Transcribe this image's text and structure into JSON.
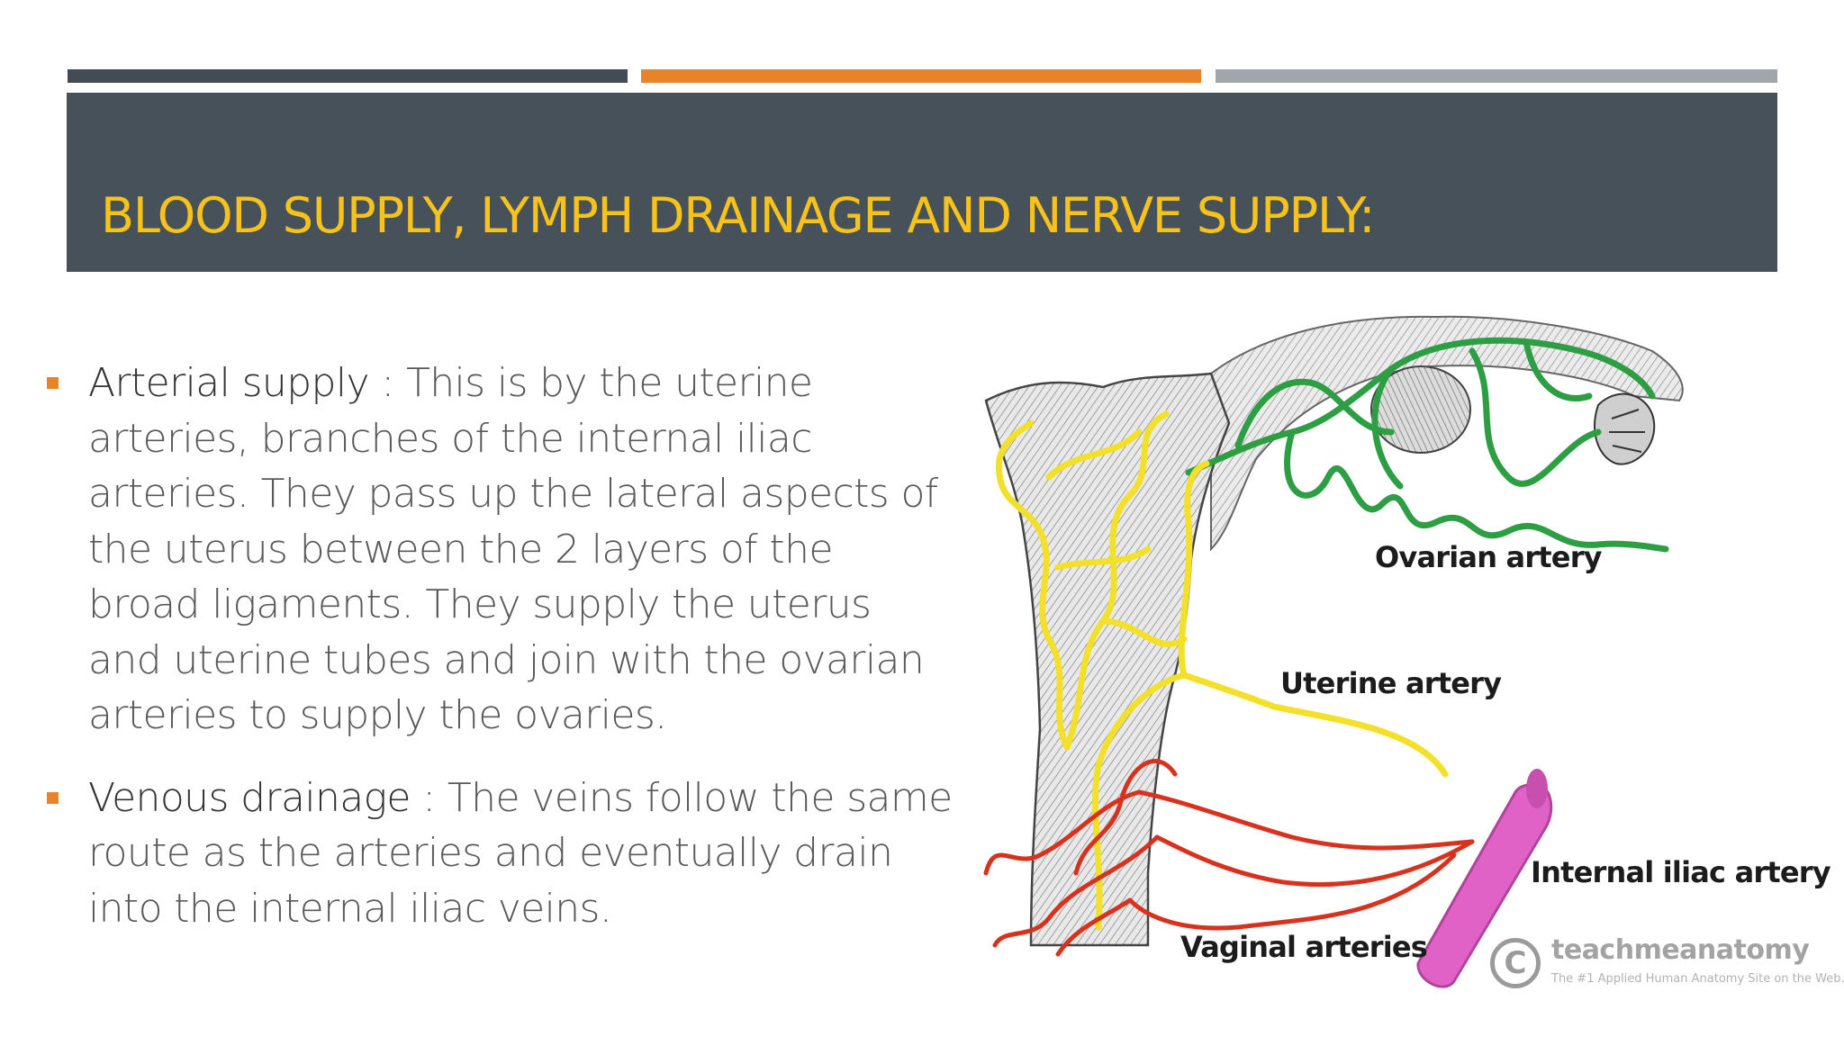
{
  "slide": {
    "title": "BLOOD SUPPLY, LYMPH DRAINAGE AND NERVE SUPPLY:",
    "separator": " :  ",
    "bullets": [
      {
        "term": "Arterial supply",
        "text": "This is by the uterine arteries, branches of the internal iliac arteries. They pass up the lateral aspects of the uterus between the 2 layers of the broad ligaments. They supply the uterus and uterine tubes and join with the ovarian arteries to supply the ovaries."
      },
      {
        "term": "Venous drainage",
        "text": "The veins follow the same route as the arteries and eventually drain into the internal iliac veins."
      }
    ]
  },
  "figure": {
    "labels": {
      "ovarian": "Ovarian artery",
      "uterine": "Uterine artery",
      "internal_iliac": "Internal iliac artery",
      "vaginal": "Vaginal arteries"
    },
    "watermark": {
      "symbol": "C",
      "brand": "teachmeanatomy",
      "tagline": "The #1 Applied Human Anatomy Site on the Web."
    }
  },
  "colors": {
    "title_band": "#47515a",
    "title_text": "#f7c31b",
    "accent_orange": "#e8832a",
    "accent_dark": "#434c55",
    "accent_grey": "#a0a6ab",
    "ovarian_artery": "#2e9e44",
    "uterine_artery": "#f2e02a",
    "vaginal_arteries": "#d8321f",
    "internal_iliac_artery": "#e062c6"
  },
  "icons": [
    "bullet-square-icon",
    "copyright-icon"
  ]
}
